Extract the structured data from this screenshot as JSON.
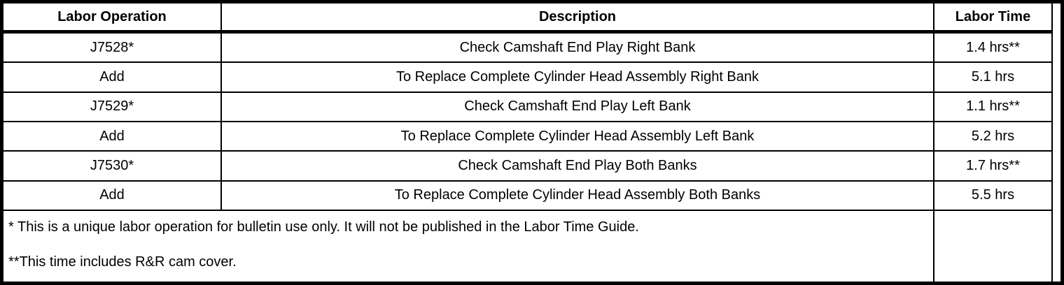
{
  "colors": {
    "border": "#000000",
    "background": "#ffffff",
    "text": "#000000"
  },
  "table": {
    "columns": [
      {
        "label": "Labor Operation"
      },
      {
        "label": "Description"
      },
      {
        "label": "Labor Time"
      }
    ],
    "rows": [
      {
        "op": "J7528*",
        "desc": "Check Camshaft End Play Right Bank",
        "time": "1.4 hrs**"
      },
      {
        "op": "Add",
        "desc": "To Replace Complete Cylinder Head Assembly Right Bank",
        "time": "5.1 hrs"
      },
      {
        "op": "J7529*",
        "desc": "Check Camshaft End Play Left Bank",
        "time": "1.1 hrs**"
      },
      {
        "op": "Add",
        "desc": "To Replace Complete Cylinder Head Assembly Left Bank",
        "time": "5.2 hrs"
      },
      {
        "op": "J7530*",
        "desc": "Check Camshaft End Play Both Banks",
        "time": "1.7 hrs**"
      },
      {
        "op": "Add",
        "desc": "To Replace Complete Cylinder Head Assembly Both Banks",
        "time": "5.5 hrs"
      }
    ],
    "footnotes": [
      "* This is a unique labor operation for bulletin use only. It will not be published in the Labor Time Guide.",
      "**This time includes R&R cam cover."
    ]
  }
}
